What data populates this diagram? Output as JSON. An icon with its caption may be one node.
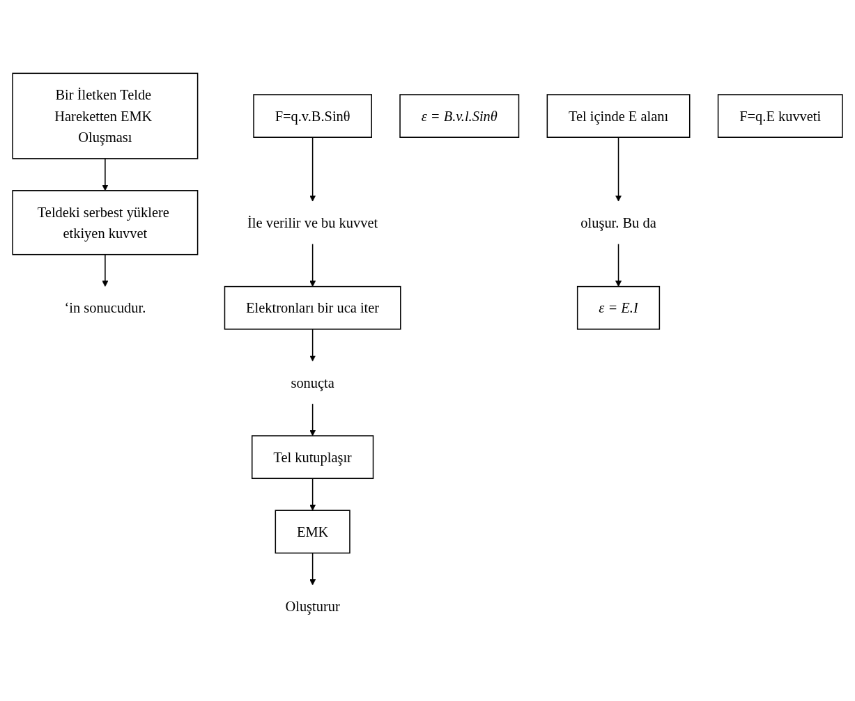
{
  "diagram": {
    "nodes": [
      {
        "text": [
          "Bir İletken Telde Hareketten EMK Oluşması"
        ]
      },
      {
        "text": [
          "Teldeki serbest yüklere etkiyen kuvvet"
        ]
      },
      {
        "text": [
          "F=q.v.B.Sinθ"
        ]
      },
      {
        "text": [
          "ε = B.v.l.Sinθ"
        ]
      },
      {
        "text": [
          "‘in sonucudur."
        ]
      },
      {
        "text": [
          "İle verilir ve bu kuvvet"
        ]
      },
      {
        "text": [
          "Tel içinde E alanı"
        ]
      },
      {
        "text": [
          "Elektronları bir uca iter"
        ]
      },
      {
        "text": [
          "F=q.E kuvveti"
        ]
      },
      {
        "text": [
          "oluşur. Bu da"
        ]
      },
      {
        "text": [
          "sonuçta"
        ]
      },
      {
        "text": [
          "Tel kutuplaşır"
        ]
      },
      {
        "text": [
          "ε = E.I"
        ]
      },
      {
        "text": [
          "EMK"
        ]
      },
      {
        "text": [
          "Oluşturur"
        ]
      }
    ],
    "edges": [
      {
        "from": 0,
        "to": 1,
        "arrow": "to"
      },
      {
        "from": 1,
        "to": 4,
        "arrow": "to"
      },
      {
        "from": 2,
        "to": 5,
        "arrow": "to"
      },
      {
        "from": 5,
        "to": 7,
        "arrow": "to"
      },
      {
        "from": 6,
        "to": 9,
        "arrow": "to"
      },
      {
        "from": 9,
        "to": 12,
        "arrow": "to"
      },
      {
        "from": 7,
        "to": 10,
        "arrow": "to"
      },
      {
        "from": 10,
        "to": 11,
        "arrow": "to"
      },
      {
        "from": 11,
        "to": 13,
        "arrow": "to"
      },
      {
        "from": 13,
        "to": 14,
        "arrow": "to"
      }
    ]
  }
}
